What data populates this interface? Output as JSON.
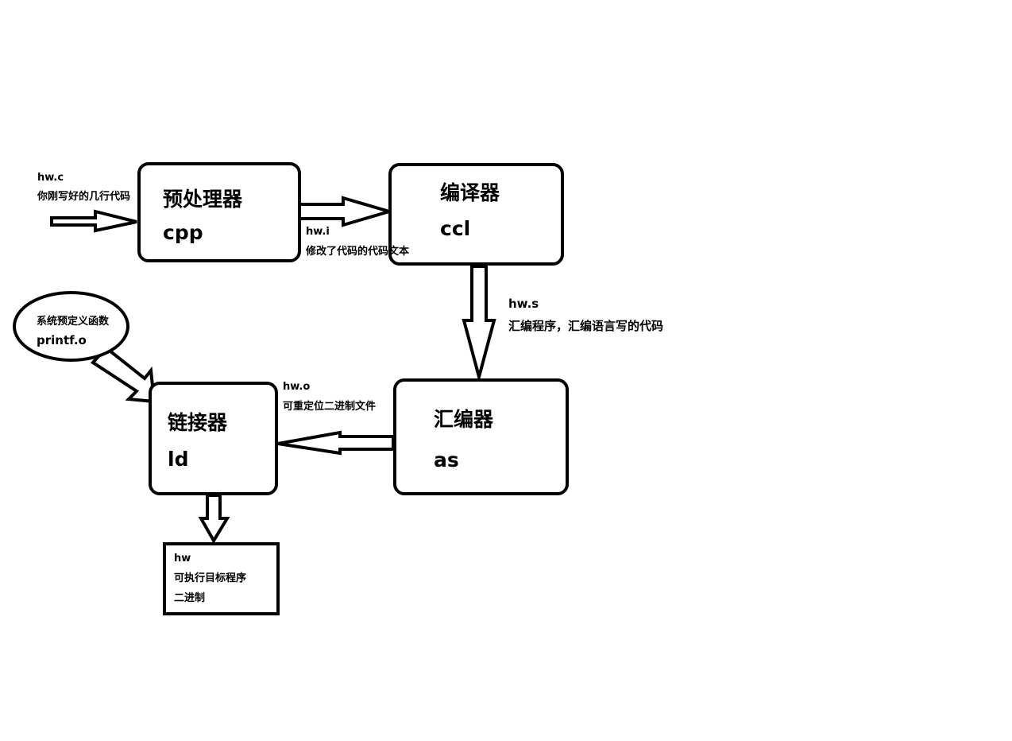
{
  "nodes": {
    "preprocessor": {
      "title": "预处理器",
      "sub": "cpp"
    },
    "compiler": {
      "title": "编译器",
      "sub": "ccl"
    },
    "assembler": {
      "title": "汇编器",
      "sub": "as"
    },
    "linker": {
      "title": "链接器",
      "sub": "ld"
    },
    "library": {
      "line1": "系统预定义函数",
      "line2": "printf.o"
    },
    "output": {
      "line1": "hw",
      "line2": "可执行目标程序",
      "line3": "二进制"
    }
  },
  "labels": {
    "hw_c": {
      "name": "hw.c",
      "desc": "你刚写好的几行代码"
    },
    "hw_i": {
      "name": "hw.i",
      "desc": "修改了代码的代码文本"
    },
    "hw_s": {
      "name": "hw.s",
      "desc": "汇编程序，汇编语言写的代码"
    },
    "hw_o": {
      "name": "hw.o",
      "desc": "可重定位二进制文件"
    }
  }
}
